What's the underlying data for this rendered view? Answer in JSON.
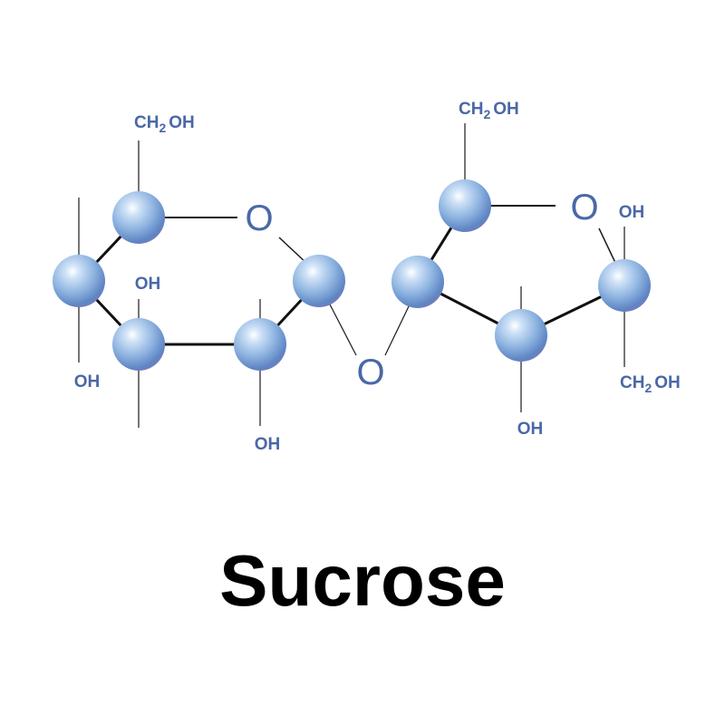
{
  "title": "Sucrose",
  "colors": {
    "atom": "#7fa7d8",
    "label": "#4a68a6",
    "bond": "#111111",
    "title": "#000000"
  },
  "labels": {
    "ch2oh_main": "CH",
    "ch2oh_sub": "2",
    "ch2oh_tail": "OH",
    "oh": "OH",
    "ring_oxygen": "O"
  }
}
